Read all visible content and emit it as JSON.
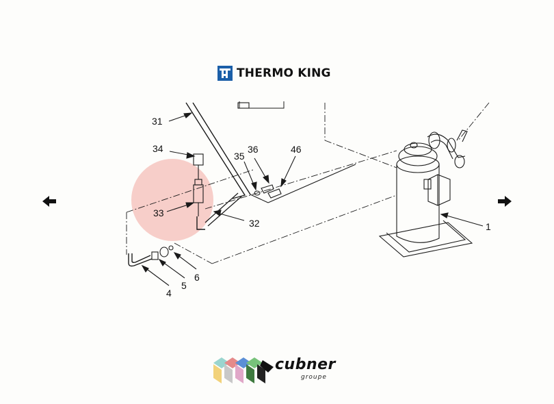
{
  "header": {
    "brand_name": "THERMO KING"
  },
  "navigation": {
    "prev_icon": "arrow-left-icon",
    "next_icon": "arrow-right-icon"
  },
  "diagram": {
    "callouts": [
      "31",
      "34",
      "35",
      "36",
      "46",
      "33",
      "32",
      "1",
      "4",
      "5",
      "6"
    ],
    "highlight_color": "#f4b6ae"
  },
  "footer": {
    "logo_word": "cubner",
    "logo_sub": "groupe"
  },
  "colors": {
    "line": "#1a1a1a",
    "highlight": "#f4b6ae",
    "background": "#fdfdfb"
  }
}
